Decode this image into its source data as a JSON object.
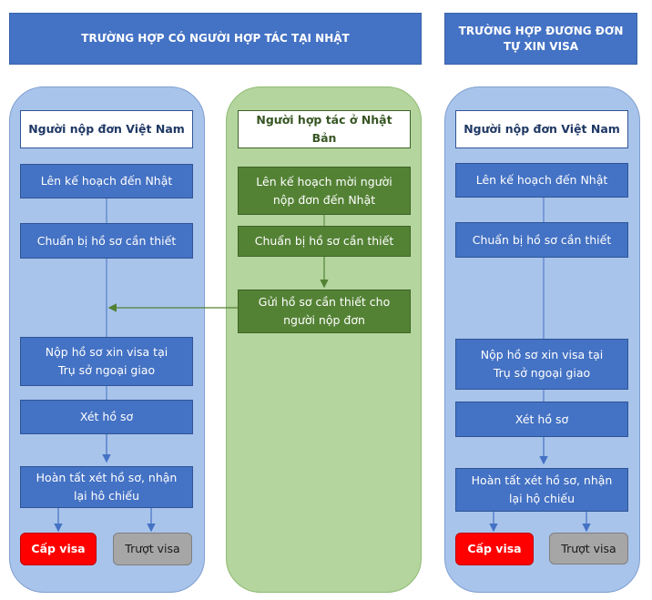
{
  "headers": {
    "left": "TRƯỜNG HỢP CÓ NGƯỜI HỢP TÁC TẠI NHẬT",
    "right": "TRƯỜNG HỢP ĐƯƠNG ĐƠN\nTỰ XIN VISA"
  },
  "lane1": {
    "title": "Người nộp đơn Việt Nam",
    "step1": "Lên kế hoạch đến Nhật",
    "step2": "Chuẩn bị hồ sơ cần thiết",
    "step3": "Nộp hồ sơ xin visa tại\nTrụ sở ngoại giao",
    "step4": "Xét hồ sơ",
    "step5": "Hoàn tất xét hồ sơ, nhận\nlại hô chiếu",
    "grant": "Cấp visa",
    "deny": "Trượt visa"
  },
  "lane2": {
    "title": "Người hợp tác ở Nhật Bản",
    "step1": "Lên kế hoạch mời người\nnộp đơn đến Nhật",
    "step2": "Chuẩn bị hồ sơ cần thiết",
    "step3": "Gửi hồ sơ cần thiết cho\nngười nộp đơn"
  },
  "lane3": {
    "title": "Người nộp đơn Việt Nam",
    "step1": "Lên kế hoạch đến Nhật",
    "step2": "Chuẩn bị hồ sơ cần thiết",
    "step3": "Nộp hồ sơ xin visa tại\nTrụ sở ngoại giao",
    "step4": "Xét hồ sơ",
    "step5": "Hoàn tất xét hồ sơ, nhận\nlại hộ chiếu",
    "grant": "Cấp visa",
    "deny": "Trượt visa"
  },
  "colors": {
    "header_blue": "#4472C4",
    "lane_blue": "#A9C4EB",
    "lane_green": "#B4D59E",
    "step_green": "#548235",
    "grant_red": "#FF0000",
    "deny_grey": "#A6A6A6"
  }
}
